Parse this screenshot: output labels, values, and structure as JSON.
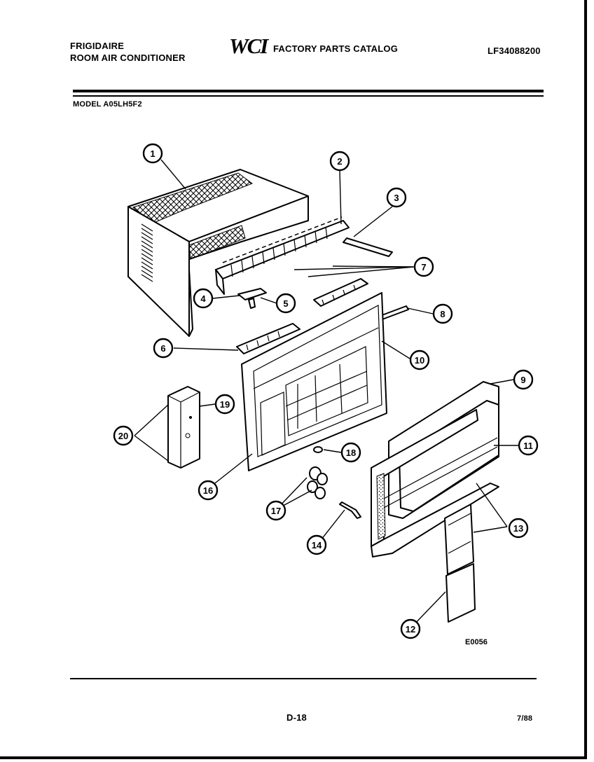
{
  "header": {
    "brand": "FRIGIDAIRE",
    "product": "ROOM AIR CONDITIONER",
    "logo": "WCI",
    "catalog": "FACTORY PARTS CATALOG",
    "catalog_number": "LF34088200",
    "model": "MODEL A05LH5F2"
  },
  "diagram": {
    "callouts": [
      {
        "id": "1",
        "label": "1"
      },
      {
        "id": "2",
        "label": "2"
      },
      {
        "id": "3",
        "label": "3"
      },
      {
        "id": "4",
        "label": "4"
      },
      {
        "id": "5a",
        "label": "5"
      },
      {
        "id": "6",
        "label": "6"
      },
      {
        "id": "7",
        "label": "7"
      },
      {
        "id": "8",
        "label": "8"
      },
      {
        "id": "9",
        "label": "9"
      },
      {
        "id": "10",
        "label": "10"
      },
      {
        "id": "11",
        "label": "11"
      },
      {
        "id": "12",
        "label": "12"
      },
      {
        "id": "13",
        "label": "13"
      },
      {
        "id": "14",
        "label": "14"
      },
      {
        "id": "16",
        "label": "16"
      },
      {
        "id": "17",
        "label": "17"
      },
      {
        "id": "18",
        "label": "18"
      },
      {
        "id": "19",
        "label": "19"
      },
      {
        "id": "20",
        "label": "20"
      }
    ],
    "figure_code": "E0056"
  },
  "footer": {
    "page": "D-18",
    "date": "7/88"
  }
}
